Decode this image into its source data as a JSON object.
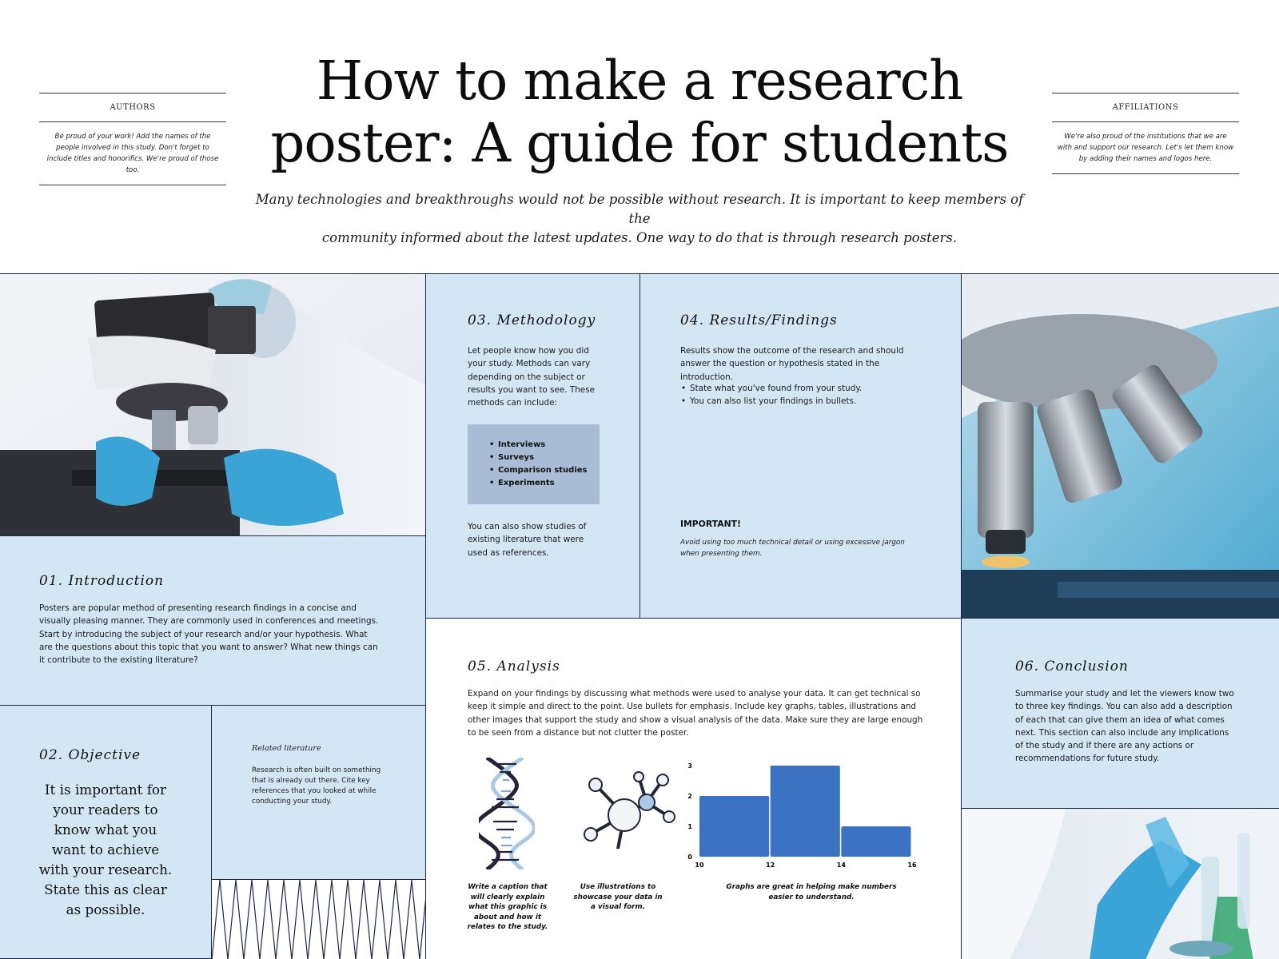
{
  "header": {
    "title_line1": "How to make a research",
    "title_line2": "poster: A guide for students",
    "subtitle_line1": "Many technologies and breakthroughs would not be possible without research. It is important to keep members of the",
    "subtitle_line2": "community informed about the latest updates. One way to do that is through research posters."
  },
  "authors": {
    "label": "AUTHORS",
    "body": "Be proud of your work! Add the names of the people involved in this study. Don't forget to include titles and honorifics. We're proud of those too."
  },
  "affiliations": {
    "label": "AFFILIATIONS",
    "body": "We're also proud of the institutions that we are with and support our research. Let's let them know by adding their names and logos here."
  },
  "introduction": {
    "heading": "01. Introduction",
    "body": "Posters are popular method of presenting research findings in a concise and visually pleasing manner. They are commonly used in conferences and meetings. Start by introducing the subject of your research and/or your hypothesis. What are the questions about this topic that you want to answer? What new things can it contribute to the existing literature?"
  },
  "objective": {
    "heading": "02. Objective",
    "body": "It is important for your readers to know what you want to achieve with your research. State this as clear as possible."
  },
  "related": {
    "heading": "Related literature",
    "body": "Research is often built on something that is already out there. Cite key references that you looked at while conducting your study."
  },
  "methodology": {
    "heading": "03. Methodology",
    "intro": "Let people know how you did your study. Methods can vary depending on the subject or results you want to see. These methods can include:",
    "methods": [
      "Interviews",
      "Surveys",
      "Comparison studies",
      "Experiments"
    ],
    "outro": "You can also show studies of existing literature that were used as references."
  },
  "results": {
    "heading": "04. Results/Findings",
    "intro": "Results show the outcome of the research and should answer the question or hypothesis stated in the introduction.",
    "bullets": [
      "State what you've found from your study.",
      "You can also list your findings in bullets."
    ],
    "important_label": "IMPORTANT!",
    "important_body": "Avoid using too much technical detail or using excessive jargon when presenting them."
  },
  "analysis": {
    "heading": "05. Analysis",
    "body": "Expand on your findings by discussing what methods were used to analyse your data. It can get technical so keep it simple and direct to the point. Use bullets for emphasis. Include key graphs, tables, illustrations and other images that support the study and show a visual analysis of the data. Make sure they are large enough to be seen from a distance but not clutter the poster.",
    "caption_dna": "Write a caption that will clearly explain what this graphic is about and how it relates to the study.",
    "caption_molecule": "Use illustrations to showcase your data in a visual form.",
    "caption_chart": "Graphs are great in helping make numbers easier to understand."
  },
  "conclusion": {
    "heading": "06. Conclusion",
    "body": "Summarise your study and let the viewers know two to three key findings. You can also add a description of each that can give them an idea of what comes next. This section can also include any implications of the study and if there are any actions or recommendations for future study."
  },
  "colors": {
    "panel": "#d3e6f3",
    "border": "#1d2549",
    "bar": "#3b73c2",
    "methods_box": "#a8bcd6"
  },
  "icons": [
    "microscope-photo",
    "lab-flask-photo",
    "dna-illustration",
    "molecule-illustration"
  ],
  "chart_data": {
    "type": "bar",
    "x_edges": [
      10,
      12,
      14,
      16
    ],
    "values": [
      2,
      3,
      1
    ],
    "xticks": [
      "10",
      "12",
      "14",
      "16"
    ],
    "yticks": [
      "0",
      "1",
      "2",
      "3"
    ],
    "ylim": [
      0,
      3
    ],
    "grid": false
  }
}
